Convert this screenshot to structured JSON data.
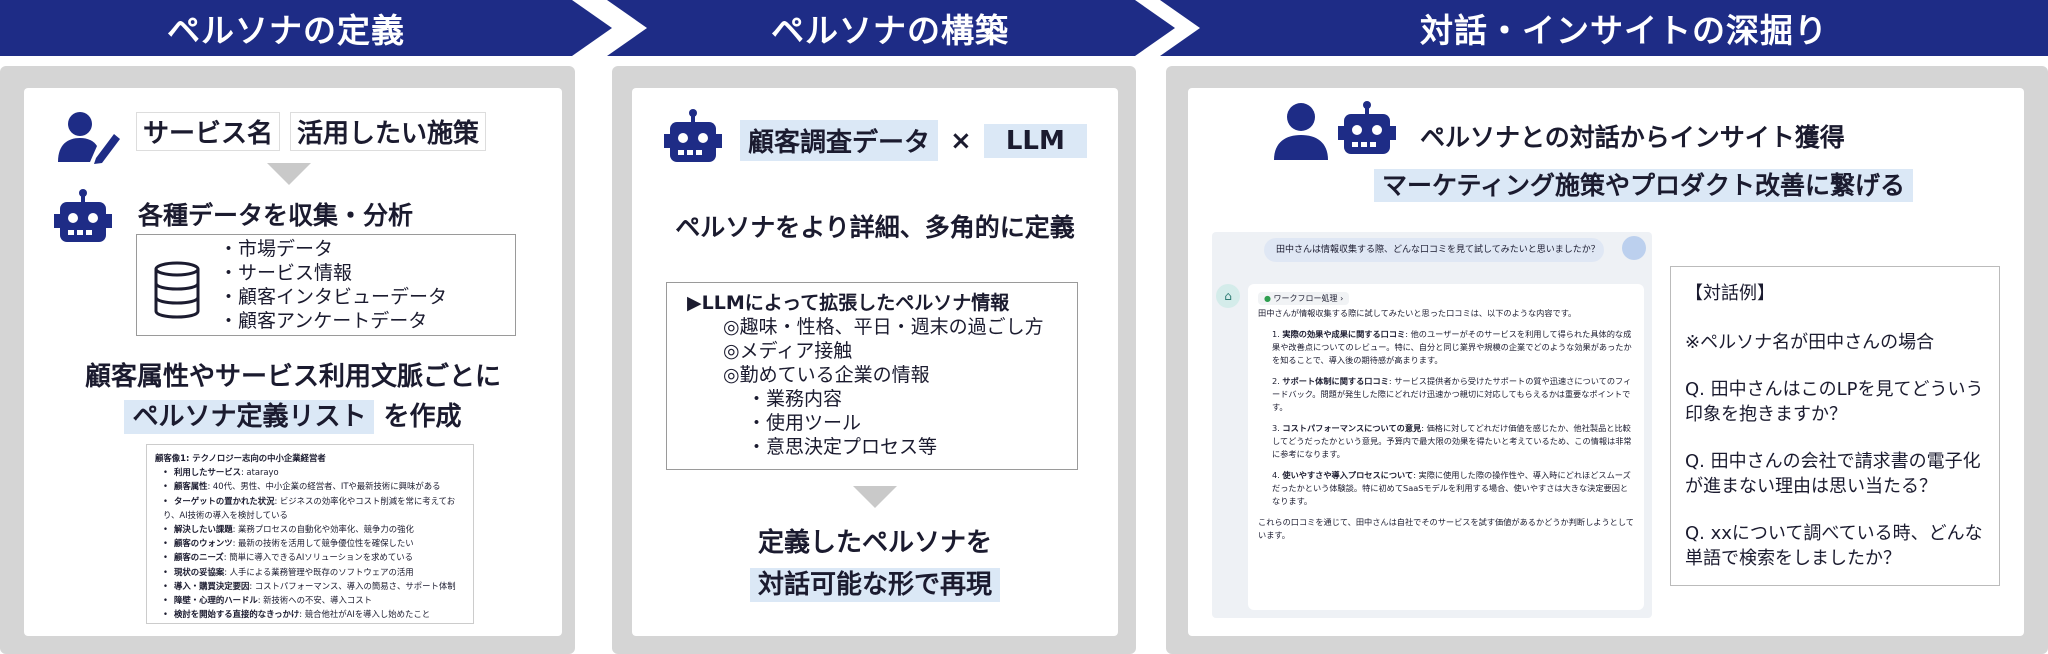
{
  "headers": [
    "ペルソナの定義",
    "ペルソナの構築",
    "対話・インサイトの深掘り"
  ],
  "colors": {
    "navy": "#1e2c86",
    "panel_bg": "#d5d5d5",
    "highlight": "#dbe8f6"
  },
  "col1": {
    "tag1": "サービス名",
    "tag2": "活用したい施策",
    "collect": "各種データを収集・分析",
    "data_items": [
      "・市場データ",
      "・サービス情報",
      "・顧客インタビューデータ",
      "・顧客アンケートデータ"
    ],
    "line1": "顧客属性やサービス利用文脈ごとに",
    "line2_hl": "ペルソナ定義リスト",
    "line2_rest": "を作成",
    "doc_title": "顧客像1: テクノロジー志向の中小企業経営者",
    "doc_items": [
      {
        "k": "利用したサービス",
        "v": ": atarayo"
      },
      {
        "k": "顧客属性",
        "v": ": 40代、男性、中小企業の経営者、ITや最新技術に興味がある"
      },
      {
        "k": "ターゲットの置かれた状況",
        "v": ": ビジネスの効率化やコスト削減を常に考えており、AI技術の導入を検討している"
      },
      {
        "k": "解決したい課題",
        "v": ": 業務プロセスの自動化や効率化、競争力の強化"
      },
      {
        "k": "顧客のウォンツ",
        "v": ": 最新の技術を活用して競争優位性を確保したい"
      },
      {
        "k": "顧客のニーズ",
        "v": ": 簡単に導入できるAIソリューションを求めている"
      },
      {
        "k": "現状の妥協案",
        "v": ": 人手による業務管理や既存のソフトウェアの活用"
      },
      {
        "k": "導入・購買決定要因",
        "v": ": コストパフォーマンス、導入の簡易さ、サポート体制"
      },
      {
        "k": "障壁・心理的ハードル",
        "v": ": 新技術への不安、導入コスト"
      },
      {
        "k": "検討を開始する直接的なきっかけ",
        "v": ": 競合他社がAIを導入し始めたこと"
      }
    ]
  },
  "col2": {
    "tag1": "顧客調査データ",
    "times": "×",
    "tag2": "LLM",
    "define": "ペルソナをより詳細、多角的に定義",
    "info_title": "▶LLMによって拡張したペルソナ情報",
    "info_items": [
      "◎趣味・性格、平日・週末の過ごし方",
      "◎メディア接触",
      "◎勤めている企業の情報"
    ],
    "info_sub": [
      "・業務内容",
      "・使用ツール",
      "・意思決定プロセス等"
    ],
    "result1": "定義したペルソナを",
    "result2": "対話可能な形で再現"
  },
  "col3": {
    "headline": "ペルソナとの対話からインサイト獲得",
    "sub_hl": "マーケティング施策やプロダクト改善に繋げる",
    "chat_q": "田中さんは情報収集する際、どんな口コミを見て試してみたいと思いましたか？",
    "workflow": "ワークフロー処理",
    "chat_intro": "田中さんが情報収集する際に試してみたいと思った口コミは、以下のような内容です。",
    "chat_points": [
      {
        "n": "1.",
        "k": "実際の効果や成果に関する口コミ",
        "v": ": 他のユーザーがそのサービスを利用して得られた具体的な成果や改善点についてのレビュー。特に、自分と同じ業界や規模の企業でどのような効果があったかを知ることで、導入後の期待感が高まります。"
      },
      {
        "n": "2.",
        "k": "サポート体制に関する口コミ",
        "v": ": サービス提供者から受けたサポートの質や迅速さについてのフィードバック。問題が発生した際にどれだけ迅速かつ親切に対応してもらえるかは重要なポイントです。"
      },
      {
        "n": "3.",
        "k": "コストパフォーマンスについての意見",
        "v": ": 価格に対してどれだけ価値を感じたか、他社製品と比較してどうだったかという意見。予算内で最大限の効果を得たいと考えているため、この情報は非常に参考になります。"
      },
      {
        "n": "4.",
        "k": "使いやすさや導入プロセスについて",
        "v": ": 実際に使用した際の操作性や、導入時にどれほどスムーズだったかという体験談。特に初めてSaaSモデルを利用する場合、使いやすさは大きな決定要因となります。"
      }
    ],
    "chat_outro": "これらの口コミを通じて、田中さんは自社でそのサービスを試す価値があるかどうか判断しようとしています。",
    "ex_title": "【対話例】",
    "ex_note": "※ペルソナ名が田中さんの場合",
    "ex_q": [
      "Q. 田中さんはこのLPを見てどういう印象を抱きますか？",
      "Q. 田中さんの会社で請求書の電子化が進まない理由は思い当たる？",
      "Q. xxについて調べている時、どんな単語で検索をしましたか？"
    ]
  }
}
